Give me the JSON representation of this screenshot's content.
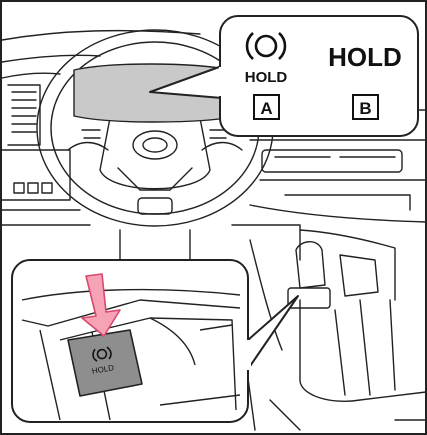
{
  "callout_top": {
    "indicator_a_text": "HOLD",
    "indicator_a_letter": "A",
    "indicator_b_text": "HOLD",
    "indicator_b_letter": "B"
  },
  "callout_bottom": {
    "switch_text": "HOLD"
  },
  "colors": {
    "arrow": "#f5a3b5",
    "arrow_outline": "#d9486e",
    "button": "#8e8e8e",
    "screen": "#c9c9c9",
    "line": "#222222"
  }
}
